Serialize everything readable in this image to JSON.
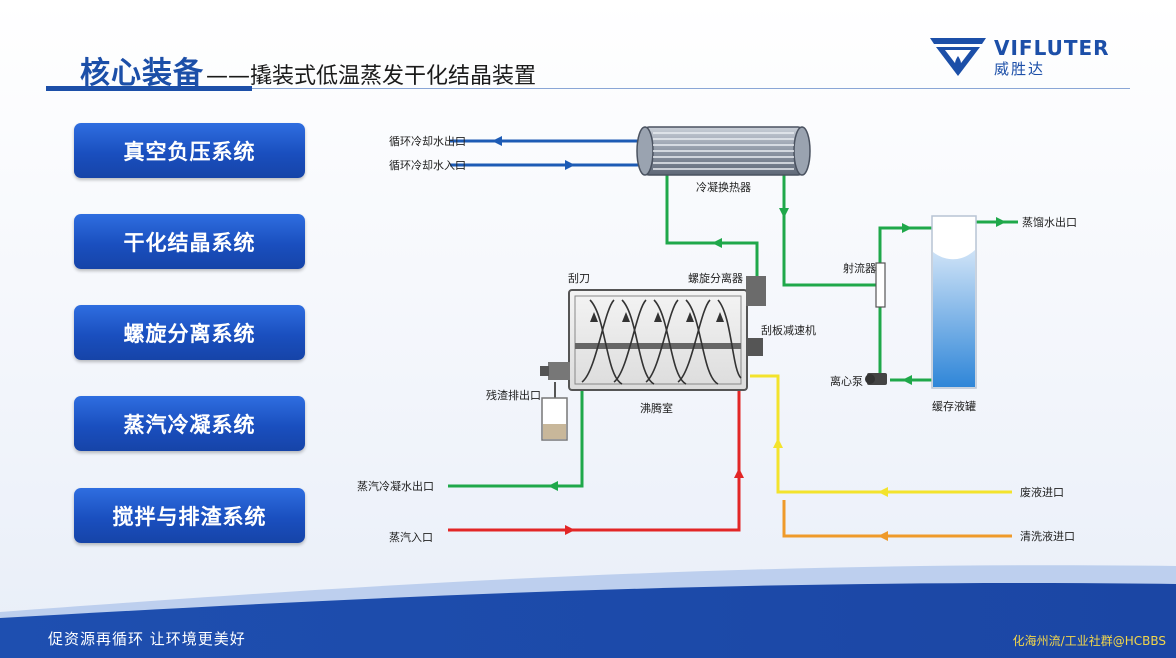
{
  "header": {
    "title_main": "核心装备",
    "title_sub": "——撬装式低温蒸发干化结晶装置",
    "logo_name": "VIFLUTER",
    "logo_cn": "威胜达"
  },
  "systems": [
    {
      "label": "真空负压系统"
    },
    {
      "label": "干化结晶系统"
    },
    {
      "label": "螺旋分离系统"
    },
    {
      "label": "蒸汽冷凝系统"
    },
    {
      "label": "搅拌与排渣系统"
    }
  ],
  "diagram": {
    "labels": {
      "cooling_out": "循环冷却水出口",
      "cooling_in": "循环冷却水入口",
      "condenser": "冷凝换热器",
      "scraper": "刮刀",
      "spiral_separator": "螺旋分离器",
      "scraper_reducer": "刮板减速机",
      "residue_outlet": "残渣排出口",
      "boiling_chamber": "沸腾室",
      "ejector": "射流器",
      "distilled_out": "蒸馏水出口",
      "centrifugal_pump": "离心泵",
      "buffer_tank": "缓存液罐",
      "steam_condensate_out": "蒸汽冷凝水出口",
      "steam_in": "蒸汽入口",
      "waste_liquid_in": "废液进口",
      "cleaning_liquid_in": "清洗液进口"
    },
    "colors": {
      "blue": "#1d5bb5",
      "green": "#1fa84a",
      "red": "#e22626",
      "yellow": "#f3e32c",
      "orange": "#ef9a2a"
    }
  },
  "footer": {
    "slogan": "促资源再循环 让环境更美好",
    "watermark": "化海州流/工业社群@HCBBS"
  }
}
